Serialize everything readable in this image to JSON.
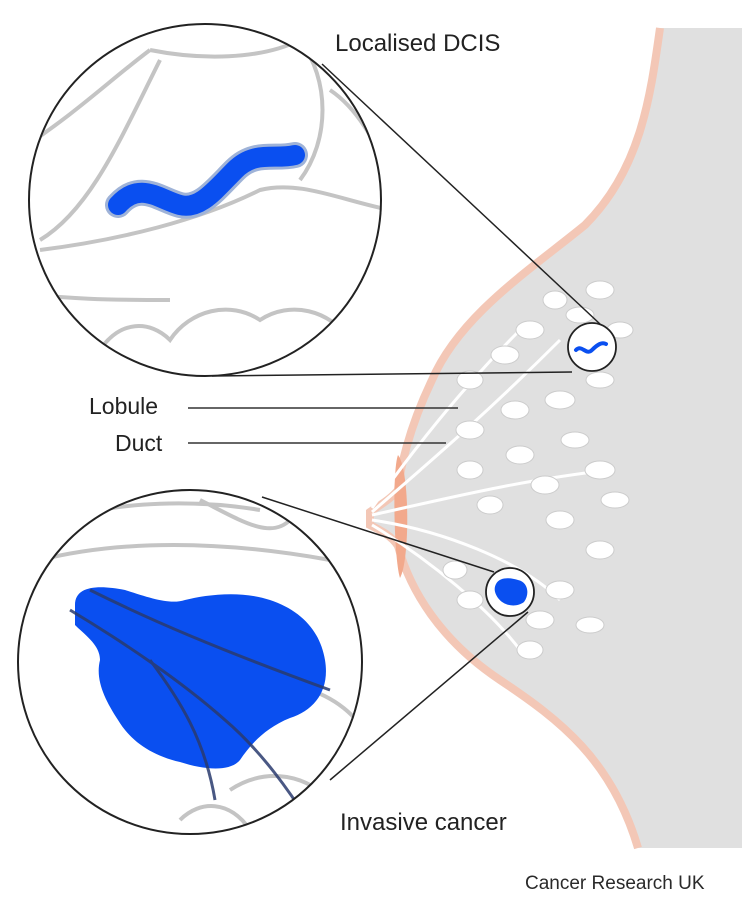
{
  "labels": {
    "top_inset": "Localised DCIS",
    "bottom_inset": "Invasive cancer",
    "lobule": "Lobule",
    "duct": "Duct"
  },
  "credit": "Cancer Research UK",
  "colors": {
    "tissue": "#e0e0e0",
    "skin": "#f3c7b6",
    "nipple": "#f2a98c",
    "cancer": "#0a4ff0",
    "duct_line": "#c2c2c2",
    "outline": "#222222"
  }
}
